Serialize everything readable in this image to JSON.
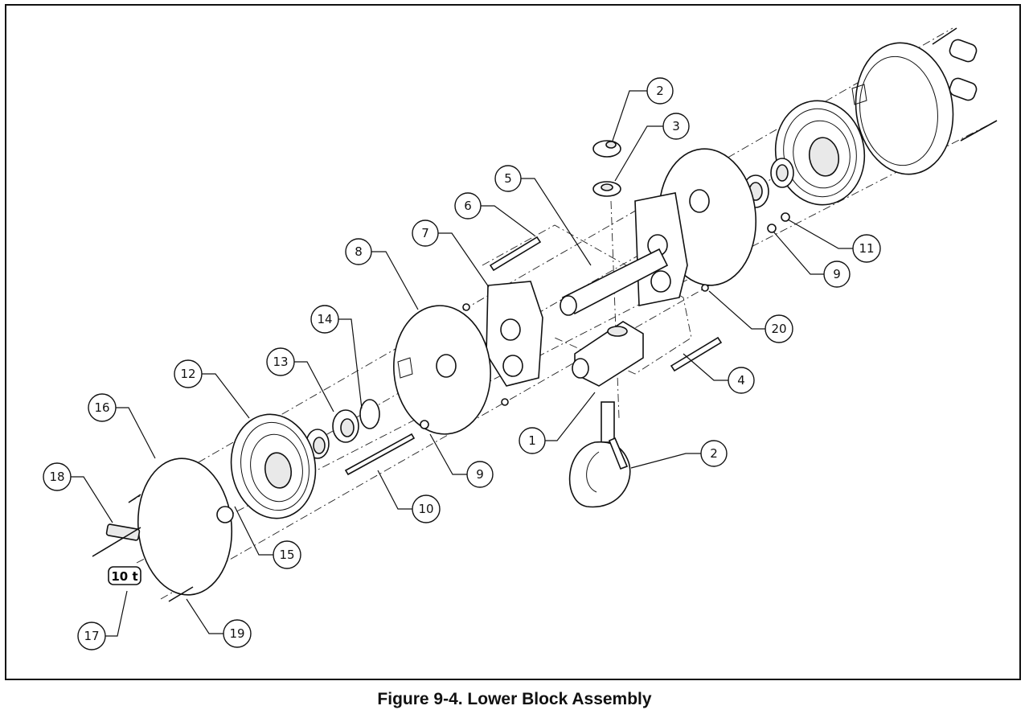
{
  "figure": {
    "caption": "Figure 9-4. Lower Block Assembly"
  },
  "callouts": [
    {
      "id": "c2a",
      "label": "2"
    },
    {
      "id": "c3",
      "label": "3"
    },
    {
      "id": "c5",
      "label": "5"
    },
    {
      "id": "c6",
      "label": "6"
    },
    {
      "id": "c7",
      "label": "7"
    },
    {
      "id": "c8",
      "label": "8"
    },
    {
      "id": "c14",
      "label": "14"
    },
    {
      "id": "c13",
      "label": "13"
    },
    {
      "id": "c12",
      "label": "12"
    },
    {
      "id": "c16",
      "label": "16"
    },
    {
      "id": "c18",
      "label": "18"
    },
    {
      "id": "c17",
      "label": "17"
    },
    {
      "id": "c19",
      "label": "19"
    },
    {
      "id": "c15",
      "label": "15"
    },
    {
      "id": "c10",
      "label": "10"
    },
    {
      "id": "c9a",
      "label": "9"
    },
    {
      "id": "c1",
      "label": "1"
    },
    {
      "id": "c2b",
      "label": "2"
    },
    {
      "id": "c4",
      "label": "4"
    },
    {
      "id": "c20",
      "label": "20"
    },
    {
      "id": "c9b",
      "label": "9"
    },
    {
      "id": "c11",
      "label": "11"
    }
  ],
  "labels": {
    "capacity_plate": "10 t"
  }
}
